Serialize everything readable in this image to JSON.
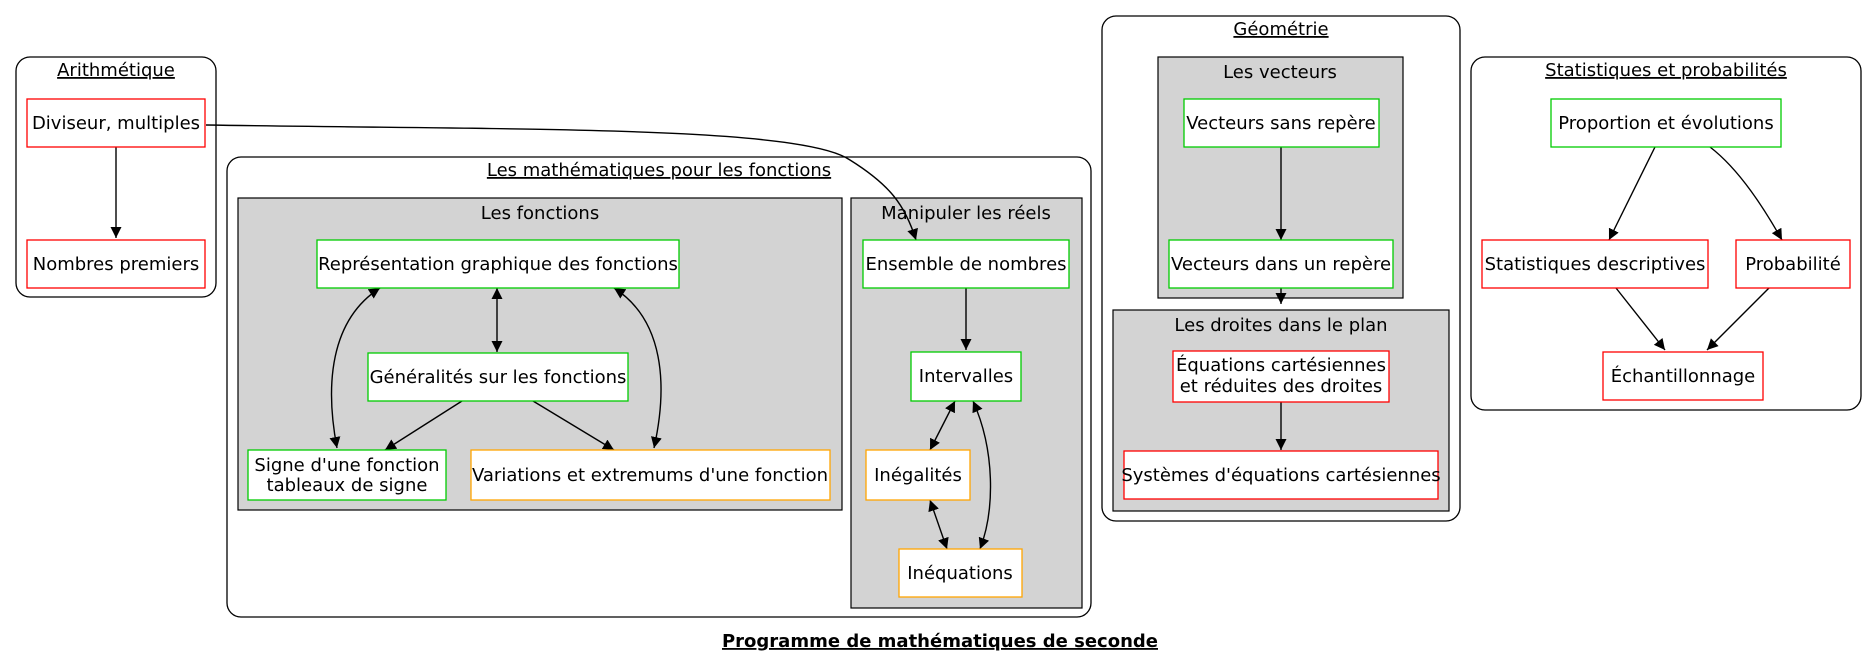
{
  "title": "Programme de mathématiques de seconde",
  "clusters": {
    "arithmetique": "Arithmétique",
    "fonctions_group": "Les mathématiques pour les fonctions",
    "les_fonctions": "Les fonctions",
    "reels": "Manipuler les réels",
    "geometrie": "Géométrie",
    "vecteurs": "Les vecteurs",
    "droites": "Les droites dans le plan",
    "stats": "Statistiques et probabilités"
  },
  "nodes": {
    "diviseur": "Diviseur, multiples",
    "premiers": "Nombres premiers",
    "representation": "Représentation graphique des fonctions",
    "generalites": "Généralités sur les fonctions",
    "signe_l1": "Signe d'une fonction",
    "signe_l2": "tableaux de signe",
    "variations": "Variations et extremums d'une fonction",
    "ensemble": "Ensemble de nombres",
    "intervalles": "Intervalles",
    "inegalites": "Inégalités",
    "inequations": "Inéquations",
    "vect_sans": "Vecteurs sans repère",
    "vect_dans": "Vecteurs dans un repère",
    "equations_l1": "Équations cartésiennes",
    "equations_l2": "et réduites des droites",
    "systemes": "Systèmes d'équations cartésiennes",
    "proportion": "Proportion et évolutions",
    "stat_desc": "Statistiques descriptives",
    "probabilite": "Probabilité",
    "echantillonnage": "Échantillonnage"
  },
  "colors": {
    "green": "#00cc00",
    "red": "#ff0000",
    "orange": "#ffa500",
    "subcluster_fill": "#d3d3d3"
  }
}
